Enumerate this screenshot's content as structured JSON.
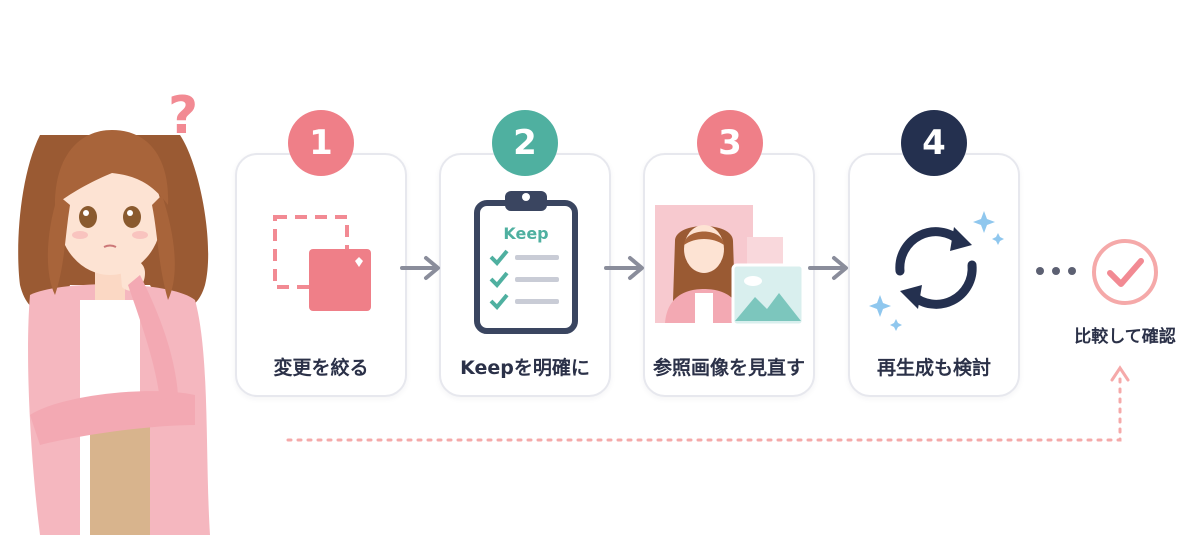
{
  "steps": [
    {
      "number": "1",
      "label": "変更を絞る",
      "color": "#ef7f88"
    },
    {
      "number": "2",
      "label": "Keepを明確に",
      "color": "#4fb0a0",
      "icon_text": "Keep"
    },
    {
      "number": "3",
      "label": "参照画像を見直す",
      "color": "#ef7f88"
    },
    {
      "number": "4",
      "label": "再生成も検討",
      "color": "#24304f"
    }
  ],
  "final": {
    "label": "比較して確認",
    "color": "#f28a93"
  },
  "question_mark": "?",
  "colors": {
    "pink": "#ef7f88",
    "teal": "#4fb0a0",
    "navy": "#24304f",
    "arrow": "#8a8d9b",
    "dotted": "#f5a9a9"
  },
  "icons": [
    "girl-thinking-illustration",
    "crop-square-icon",
    "clipboard-checklist-icon",
    "reference-image-icon",
    "regenerate-cycle-icon",
    "checkmark-circle-icon"
  ]
}
